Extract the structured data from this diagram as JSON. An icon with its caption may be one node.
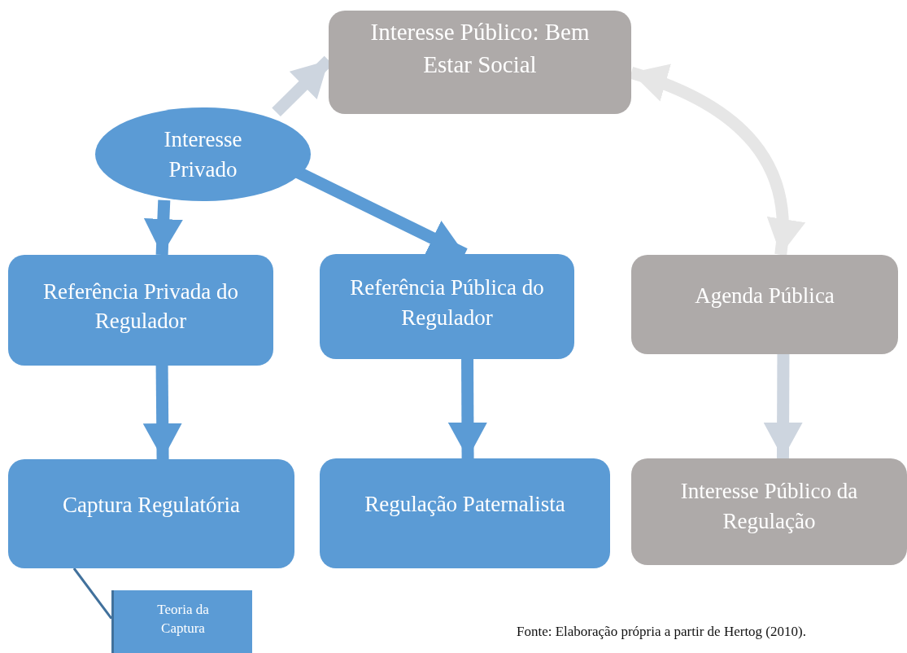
{
  "diagram": {
    "caption": "Fonte: Elaboração própria a partir de Hertog (2010).",
    "nodes": [
      {
        "text": [
          "Interesse Público: Bem Estar Social"
        ]
      },
      {
        "text": [
          "Interesse Privado"
        ]
      },
      {
        "text": [
          "Referência Privada do Regulador"
        ]
      },
      {
        "text": [
          "Referência Pública do Regulador"
        ]
      },
      {
        "text": [
          "Agenda Pública"
        ]
      },
      {
        "text": [
          "Captura Regulatória"
        ]
      },
      {
        "text": [
          "Regulação Paternalista"
        ]
      },
      {
        "text": [
          "Interesse Público da Regulação"
        ]
      },
      {
        "text": [
          "Teoria da Captura"
        ]
      }
    ],
    "edges": [
      {
        "from": 1,
        "to": 0,
        "arrow": "to",
        "color": "#cdd5df"
      },
      {
        "from": 1,
        "to": 2,
        "arrow": "to"
      },
      {
        "from": 1,
        "to": 3,
        "arrow": "to"
      },
      {
        "from": 0,
        "to": 4,
        "arrow": "both",
        "color": "#e6e6e6"
      },
      {
        "from": 2,
        "to": 5,
        "arrow": "to"
      },
      {
        "from": 3,
        "to": 6,
        "arrow": "to"
      },
      {
        "from": 4,
        "to": 7,
        "arrow": "to",
        "color": "#cdd5df"
      },
      {
        "from": 5,
        "to": 8,
        "arrow": "none",
        "color": "#41719c"
      }
    ]
  }
}
